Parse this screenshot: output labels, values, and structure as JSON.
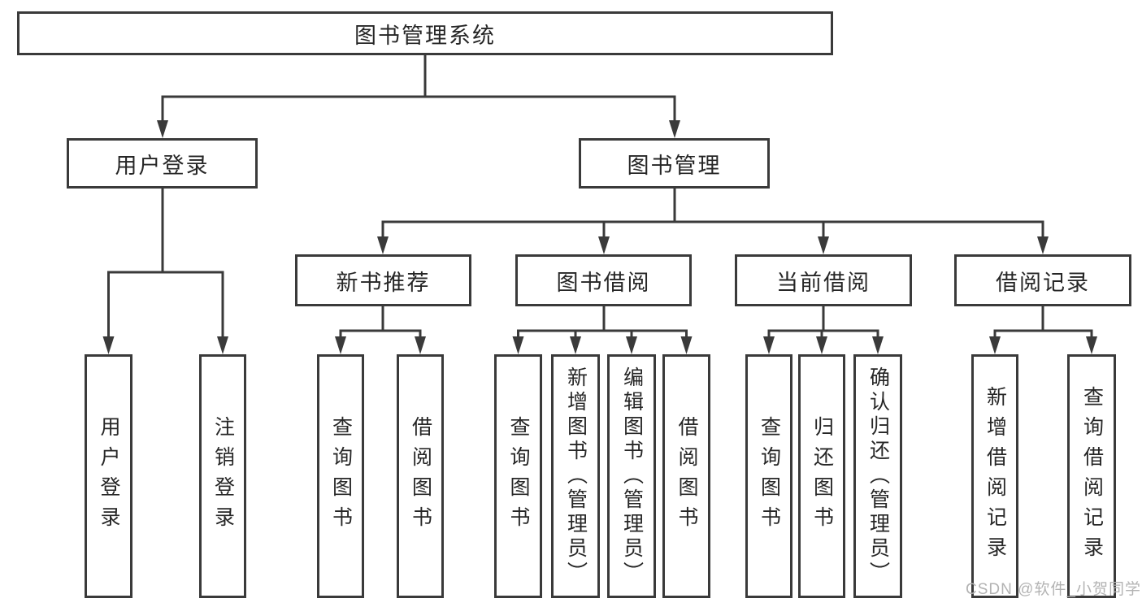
{
  "root": {
    "label": "图书管理系统"
  },
  "level2": {
    "user_login": {
      "label": "用户登录",
      "children": [
        "用户登录",
        "注销登录"
      ]
    },
    "book_mgmt": {
      "label": "图书管理"
    }
  },
  "level3": {
    "new_book_rec": {
      "label": "新书推荐",
      "children": [
        "查询图书",
        "借阅图书"
      ]
    },
    "book_borrow": {
      "label": "图书借阅",
      "children": [
        "查询图书",
        "新增图书（管理员）",
        "编辑图书（管理员）",
        "借阅图书"
      ]
    },
    "current_borrow": {
      "label": "当前借阅",
      "children": [
        "查询图书",
        "归还图书",
        "确认归还（管理员）"
      ]
    },
    "borrow_record": {
      "label": "借阅记录",
      "children": [
        "新增借阅记录",
        "查询借阅记录"
      ]
    }
  },
  "watermark": {
    "text": "CSDN @软件_小贺同学"
  },
  "colors": {
    "line": "#3a3a3a",
    "text": "#262626",
    "watermark": "#b3b3b3",
    "background": "#ffffff"
  }
}
